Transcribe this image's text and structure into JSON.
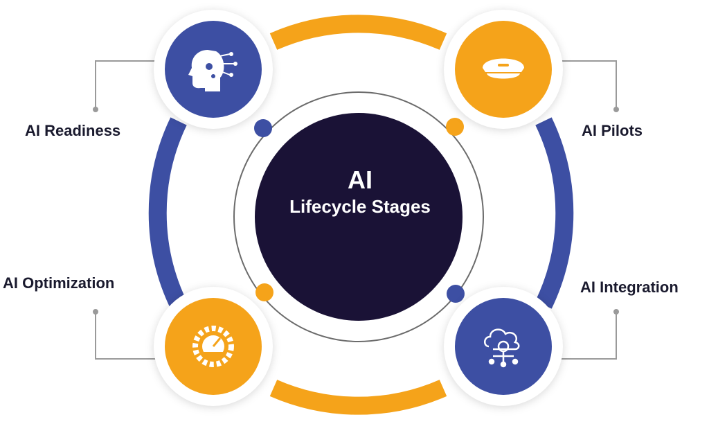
{
  "center": {
    "line1": "AI",
    "line2": "Lifecycle Stages"
  },
  "stages": [
    {
      "id": "readiness",
      "label": "AI Readiness",
      "icon": "ai-brain-head-icon",
      "color": "#3d4fa3"
    },
    {
      "id": "pilots",
      "label": "AI Pilots",
      "icon": "pilot-cap-icon",
      "color": "#f5a31a"
    },
    {
      "id": "integration",
      "label": "AI Integration",
      "icon": "cloud-network-gear-icon",
      "color": "#3d4fa3"
    },
    {
      "id": "optimization",
      "label": "AI Optimization",
      "icon": "gauge-gear-icon",
      "color": "#f5a31a"
    }
  ],
  "colors": {
    "navy": "#1a1236",
    "blue": "#3d4fa3",
    "orange": "#f5a31a",
    "connector": "#9a9a9a"
  }
}
